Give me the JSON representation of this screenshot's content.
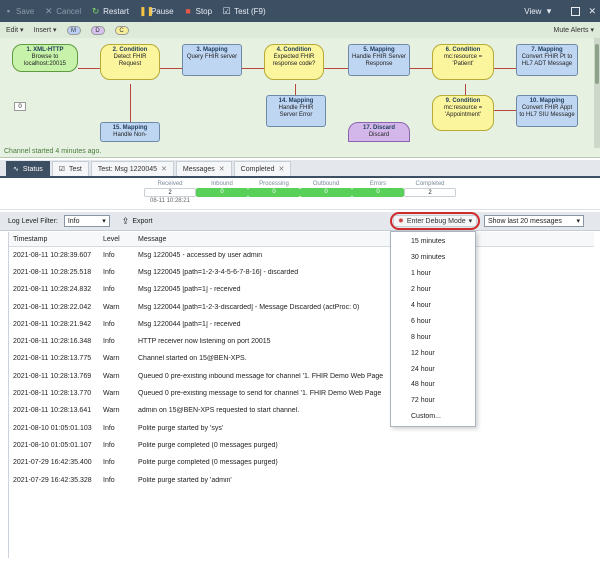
{
  "toolbar": {
    "save": "Save",
    "cancel": "Cancel",
    "restart": "Restart",
    "pause": "Pause",
    "stop": "Stop",
    "test": "Test (F9)",
    "view": "View"
  },
  "canvas": {
    "edit": "Edit",
    "insert": "Insert",
    "pills": [
      "M",
      "D",
      "C"
    ],
    "mute_alerts": "Mute Alerts",
    "nodes": [
      {
        "title": "1. XML-HTTP",
        "body": "Browse to localhost:20015"
      },
      {
        "title": "2. Condition",
        "body": "Detect FHIR Request"
      },
      {
        "title": "3. Mapping",
        "body": "Query FHIR server"
      },
      {
        "title": "4. Condition",
        "body": "Expected FHIR response code?"
      },
      {
        "title": "5. Mapping",
        "body": "Handle FHIR Server Response"
      },
      {
        "title": "6. Condition",
        "body": "mc:resource = 'Patient'"
      },
      {
        "title": "7. Mapping",
        "body": "Convert FHIR Pt to HL7 ADT Message"
      },
      {
        "title": "14. Mapping",
        "body": "Handle FHIR Server Error"
      },
      {
        "title": "9. Condition",
        "body": "mc:resource = 'Appointment'"
      },
      {
        "title": "10. Mapping",
        "body": "Convert FHIR Appt to HL7 SIU Message"
      },
      {
        "title": "15. Mapping",
        "body": "Handle Non-"
      },
      {
        "title": "17. Discard",
        "body": "Discard"
      }
    ],
    "badge": "0",
    "status": "Channel started 4 minutes ago."
  },
  "tabs": [
    {
      "label": "Status",
      "active": true,
      "closable": false
    },
    {
      "label": "Test",
      "active": false,
      "closable": false
    },
    {
      "label": "Test: Msg 1220045",
      "active": false,
      "closable": true
    },
    {
      "label": "Messages",
      "active": false,
      "closable": true
    },
    {
      "label": "Completed",
      "active": false,
      "closable": true
    }
  ],
  "stats": [
    {
      "label": "Received",
      "value": "2",
      "sub": "08-11 10:28:21",
      "style": "white"
    },
    {
      "label": "Inbound",
      "value": "0",
      "sub": "",
      "style": "green"
    },
    {
      "label": "Processing",
      "value": "0",
      "sub": "",
      "style": "green"
    },
    {
      "label": "Outbound",
      "value": "0",
      "sub": "",
      "style": "green"
    },
    {
      "label": "Errors",
      "value": "0",
      "sub": "",
      "style": "green"
    },
    {
      "label": "Completed",
      "value": "2",
      "sub": "",
      "style": "white"
    }
  ],
  "logbar": {
    "filter_label": "Log Level Filter:",
    "filter_value": "Info",
    "export": "Export",
    "debug": "Enter Debug Mode",
    "show_last": "Show last 20 messages"
  },
  "table": {
    "headers": {
      "timestamp": "Timestamp",
      "level": "Level",
      "message": "Message"
    },
    "rows": [
      {
        "ts": "2021-08-11 10:28:39.607",
        "lv": "Info",
        "msg": "Msg 1220045 - accessed by user admin"
      },
      {
        "ts": "2021-08-11 10:28:25.518",
        "lv": "Info",
        "msg": "Msg 1220045 [path=1-2-3-4-5-6-7-8-16] - discarded"
      },
      {
        "ts": "2021-08-11 10:28:24.832",
        "lv": "Info",
        "msg": "Msg 1220045 [path=1] - received"
      },
      {
        "ts": "2021-08-11 10:28:22.042",
        "lv": "Warn",
        "msg": "Msg 1220044 [path=1-2-3-discarded] - Message Discarded (actProc: 0)"
      },
      {
        "ts": "2021-08-11 10:28:21.942",
        "lv": "Info",
        "msg": "Msg 1220044 [path=1] - received"
      },
      {
        "ts": "2021-08-11 10:28:16.348",
        "lv": "Info",
        "msg": "HTTP receiver now listening on port 20015"
      },
      {
        "ts": "2021-08-11 10:28:13.775",
        "lv": "Warn",
        "msg": "Channel started on 15@BEN-XPS."
      },
      {
        "ts": "2021-08-11 10:28:13.769",
        "lv": "Warn",
        "msg": "Queued 0 pre-existing inbound message for channel '1. FHIR Demo Web Page"
      },
      {
        "ts": "2021-08-11 10:28:13.770",
        "lv": "Warn",
        "msg": "Queued 0 pre-existing message to send for channel '1. FHIR Demo Web Page"
      },
      {
        "ts": "2021-08-11 10:28:13.641",
        "lv": "Warn",
        "msg": "admin on 15@BEN-XPS requested to start channel."
      },
      {
        "ts": "2021-08-10 01:05:01.103",
        "lv": "Info",
        "msg": "Polite purge started by 'sys'"
      },
      {
        "ts": "2021-08-10 01:05:01.107",
        "lv": "Info",
        "msg": "Polite purge completed (0 messages purged)"
      },
      {
        "ts": "2021-07-29 16:42:35.400",
        "lv": "Info",
        "msg": "Polite purge completed (0 messages purged)"
      },
      {
        "ts": "2021-07-29 16:42:35.328",
        "lv": "Info",
        "msg": "Polite purge started by 'admin'"
      }
    ]
  },
  "dropdown": {
    "items": [
      "15 minutes",
      "30 minutes",
      "1 hour",
      "2 hour",
      "4 hour",
      "6 hour",
      "8 hour",
      "12 hour",
      "24 hour",
      "48 hour",
      "72 hour",
      "Custom..."
    ]
  }
}
